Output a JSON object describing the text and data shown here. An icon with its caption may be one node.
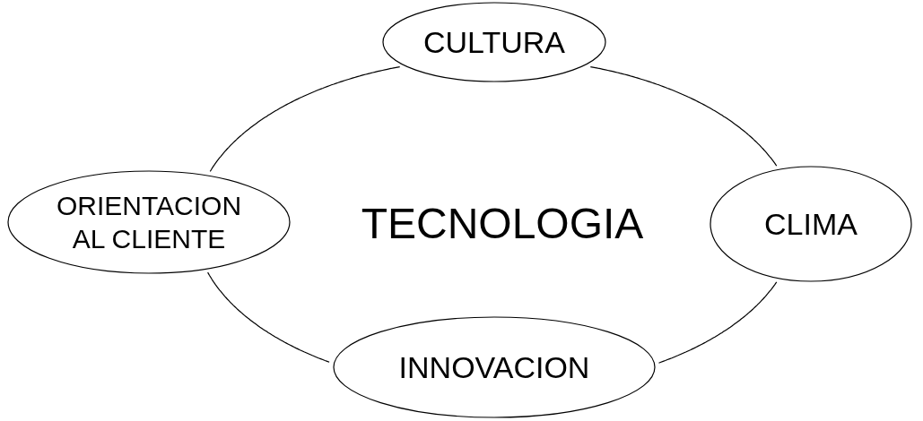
{
  "diagram": {
    "nodes": [
      {
        "text": [
          "TECNOLOGIA"
        ]
      },
      {
        "text": [
          "CULTURA"
        ]
      },
      {
        "text": [
          "ORIENTACION AL CLIENTE"
        ]
      },
      {
        "text": [
          "CLIMA"
        ]
      },
      {
        "text": [
          "INNOVACION"
        ]
      }
    ]
  }
}
